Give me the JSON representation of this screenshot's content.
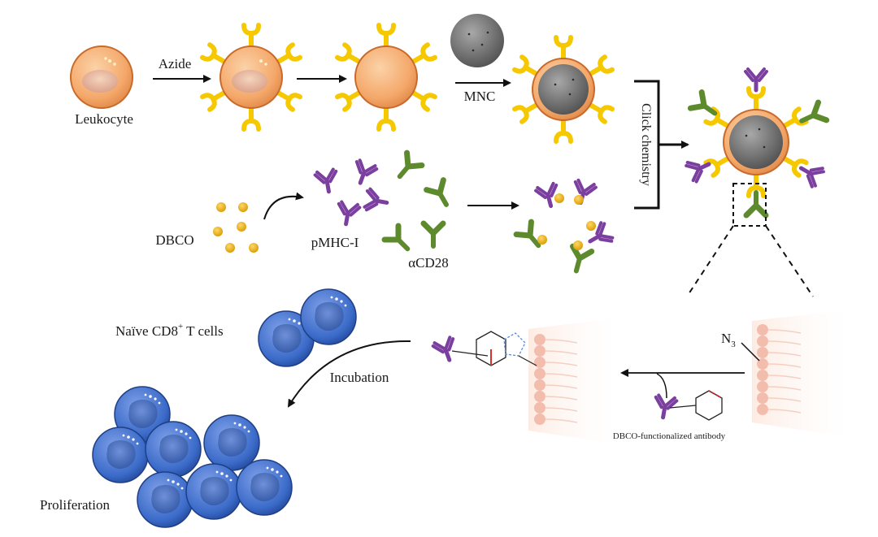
{
  "labels": {
    "leukocyte": "Leukocyte",
    "azide": "Azide",
    "mnc": "MNC",
    "click_chemistry": "Click chemistry",
    "dbco": "DBCO",
    "pmhc": "pMHC-I",
    "acd28": "αCD28",
    "naive_prefix": "Naïve CD8",
    "naive_sup": "+",
    "naive_suffix": " T cells",
    "incubation": "Incubation",
    "proliferation": "Proliferation",
    "n3": "N",
    "n3_sub": "3",
    "dbco_antibody": "DBCO-functionalized antibody"
  },
  "colors": {
    "cell_orange": "#f4a86a",
    "cell_outline": "#c96a2a",
    "azide_yellow": "#f5c800",
    "mnc_gray": "#6b6b6b",
    "pmhc_purple": "#7b3fa0",
    "acd28_green": "#5e8a2e",
    "dbco_gold": "#e8a800",
    "tcell_blue": "#3b6bc9",
    "membrane_pink": "#f0b7a0"
  }
}
